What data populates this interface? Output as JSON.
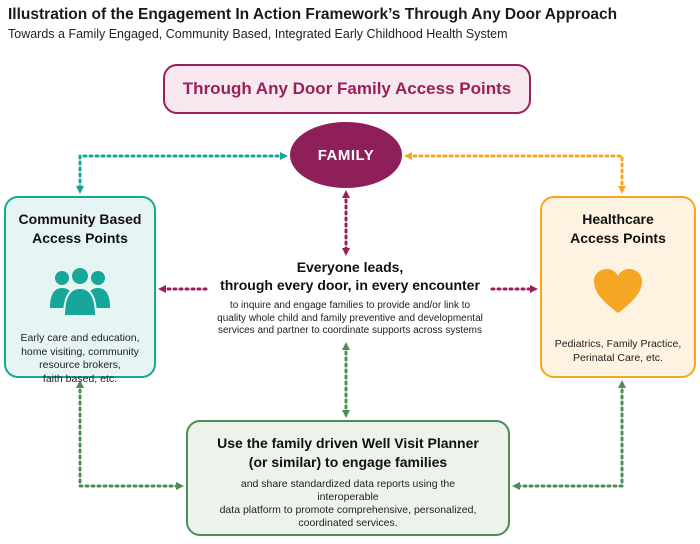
{
  "header": {
    "title": "Illustration of the Engagement In Action Framework’s Through Any Door Approach",
    "subtitle": "Towards a Family Engaged, Community Based, Integrated Early Childhood Health System"
  },
  "access_points": {
    "label": "Through Any Door Family Access Points"
  },
  "family": {
    "label": "FAMILY"
  },
  "community": {
    "title_line1": "Community Based",
    "title_line2": "Access Points",
    "icon": "people-group-icon",
    "desc_line1": "Early care and education,",
    "desc_line2": "home visiting, community",
    "desc_line3": "resource brokers,",
    "desc_line4": "faith based, etc."
  },
  "healthcare": {
    "title_line1": "Healthcare",
    "title_line2": "Access Points",
    "icon": "heart-icon",
    "desc_line1": "Pediatrics, Family Practice,",
    "desc_line2": "Perinatal Care, etc."
  },
  "center": {
    "head_line1": "Everyone leads,",
    "head_line2": "through every door, in every encounter",
    "desc_line1": "to inquire and engage families to provide and/or link to",
    "desc_line2": "quality whole child and family preventive and developmental",
    "desc_line3": "services and partner to coordinate supports across systems"
  },
  "planner": {
    "head_line1": "Use the family driven Well Visit Planner",
    "head_line2": "(or similar) to engage families",
    "desc_line1": "and share standardized data reports using the interoperable",
    "desc_line2": "data platform to promote comprehensive, personalized,",
    "desc_line3": "coordinated services."
  },
  "colors": {
    "magenta": "#9b1f5c",
    "family_fill": "#8e1f58",
    "teal": "#16a79a",
    "orange": "#f5a623",
    "green": "#4e8d55"
  }
}
